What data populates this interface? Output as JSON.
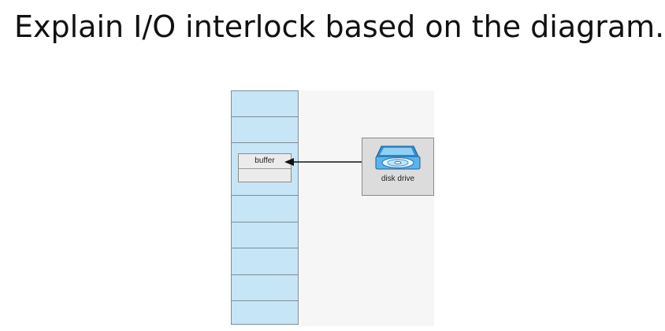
{
  "question": "Explain I/O interlock based on the diagram.",
  "diagram": {
    "buffer_label": "buffer",
    "disk_label": "disk drive",
    "disk_icon": "disk-drive-icon",
    "arrow_direction": "disk drive to buffer",
    "colors": {
      "memory_fill": "#c6e6f7",
      "buffer_fill": "#ebebeb",
      "disk_box_fill": "#dcdcdc",
      "disk_drive_blue": "#3aa0e0"
    }
  }
}
